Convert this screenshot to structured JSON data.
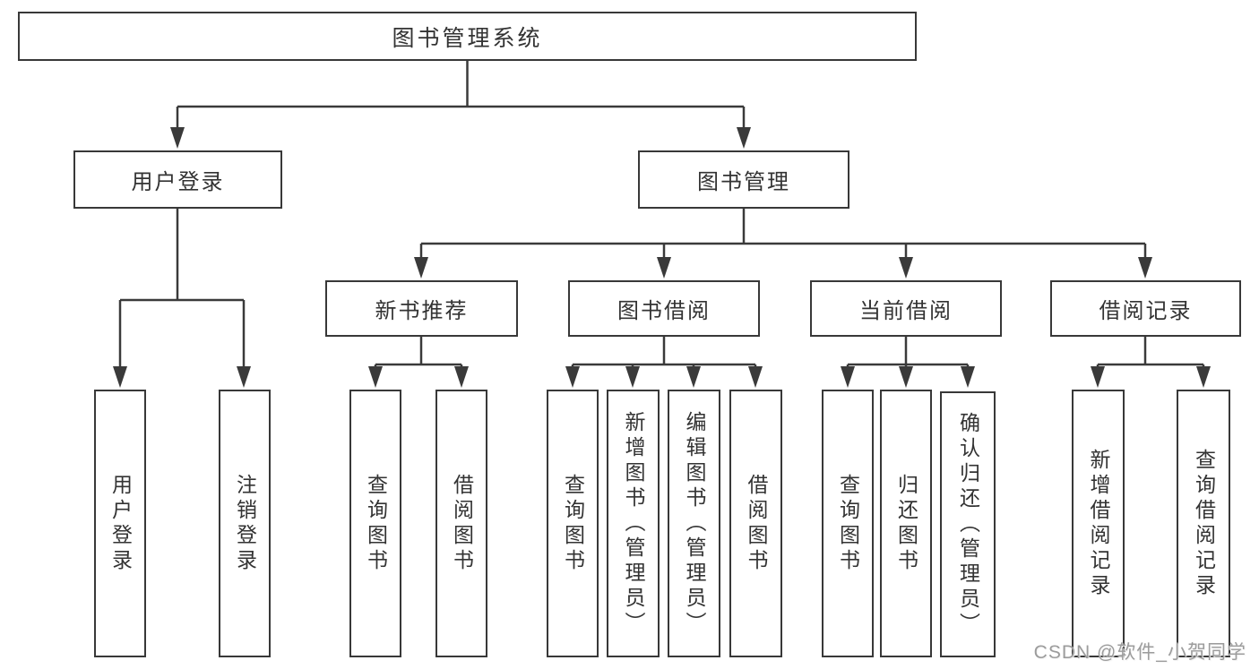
{
  "diagram": {
    "root": {
      "label": "图书管理系统"
    },
    "level2": {
      "login": {
        "label": "用户登录"
      },
      "management": {
        "label": "图书管理"
      }
    },
    "level3": {
      "recommend": {
        "label": "新书推荐"
      },
      "borrowing": {
        "label": "图书借阅"
      },
      "current": {
        "label": "当前借阅"
      },
      "records": {
        "label": "借阅记录"
      }
    },
    "leaves": {
      "login": [
        "用户登录",
        "注销登录"
      ],
      "recommend": [
        "查询图书",
        "借阅图书"
      ],
      "borrowing": [
        "查询图书",
        "新增图书（管理员）",
        "编辑图书（管理员）",
        "借阅图书"
      ],
      "current": [
        "查询图书",
        "归还图书",
        "确认归还（管理员）"
      ],
      "records": [
        "新增借阅记录",
        "查询借阅记录"
      ]
    }
  },
  "watermark": "CSDN @软件_小贺同学",
  "colors": {
    "line": "#3a3a3a",
    "box_border": "#383838",
    "text": "#333333",
    "watermark": "#9c9c9c",
    "background": "#ffffff"
  }
}
